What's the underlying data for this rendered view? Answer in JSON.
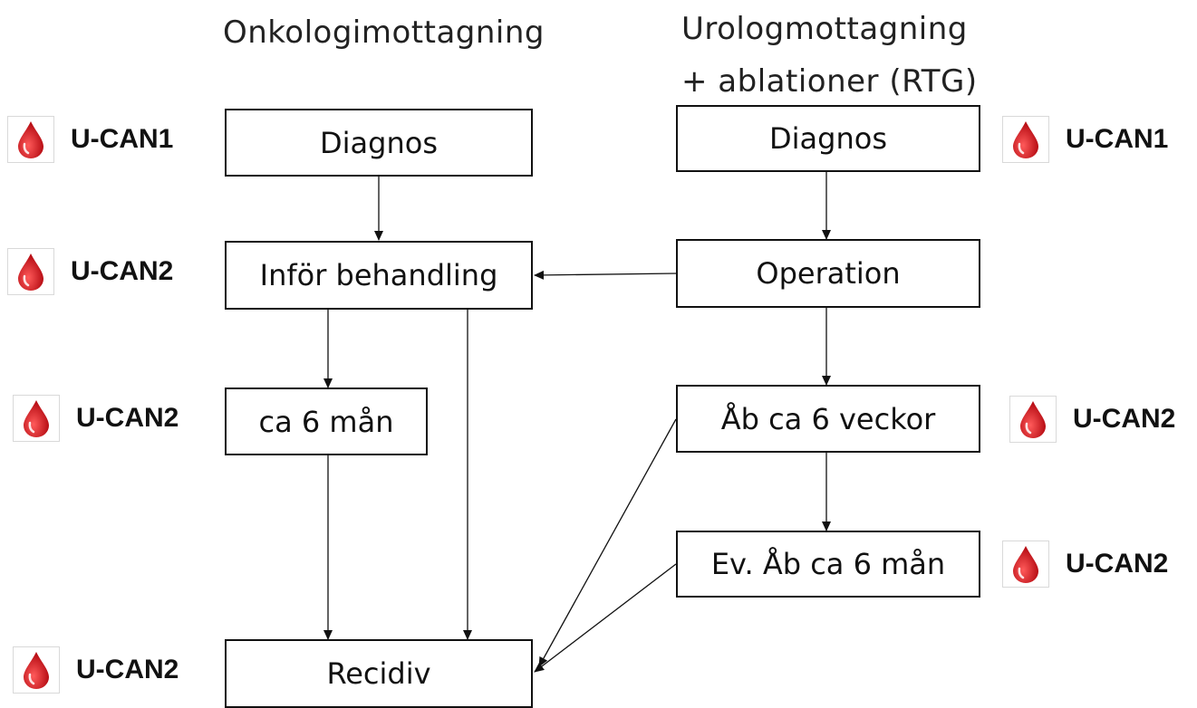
{
  "headings": {
    "left": "Onkologimottagning",
    "right_line1": "Urologmottagning",
    "right_line2": "+ ablationer (RTG)"
  },
  "boxes": {
    "onk_diagnos": "Diagnos",
    "infor_behandling": "Inför behandling",
    "ca_6_man": "ca 6 mån",
    "recidiv": "Recidiv",
    "uro_diagnos": "Diagnos",
    "operation": "Operation",
    "ab_6_veckor": "Åb ca 6 veckor",
    "ev_ab_6_man": "Ev. Åb ca 6 mån"
  },
  "tags": {
    "left_1": "U-CAN1",
    "left_2": "U-CAN2",
    "left_3": "U-CAN2",
    "left_4": "U-CAN2",
    "right_1": "U-CAN1",
    "right_2": "U-CAN2",
    "right_3": "U-CAN2"
  },
  "icons": {
    "sample": "blood-drop-icon"
  },
  "colors": {
    "drop": "#d0121b",
    "line": "#111111"
  }
}
